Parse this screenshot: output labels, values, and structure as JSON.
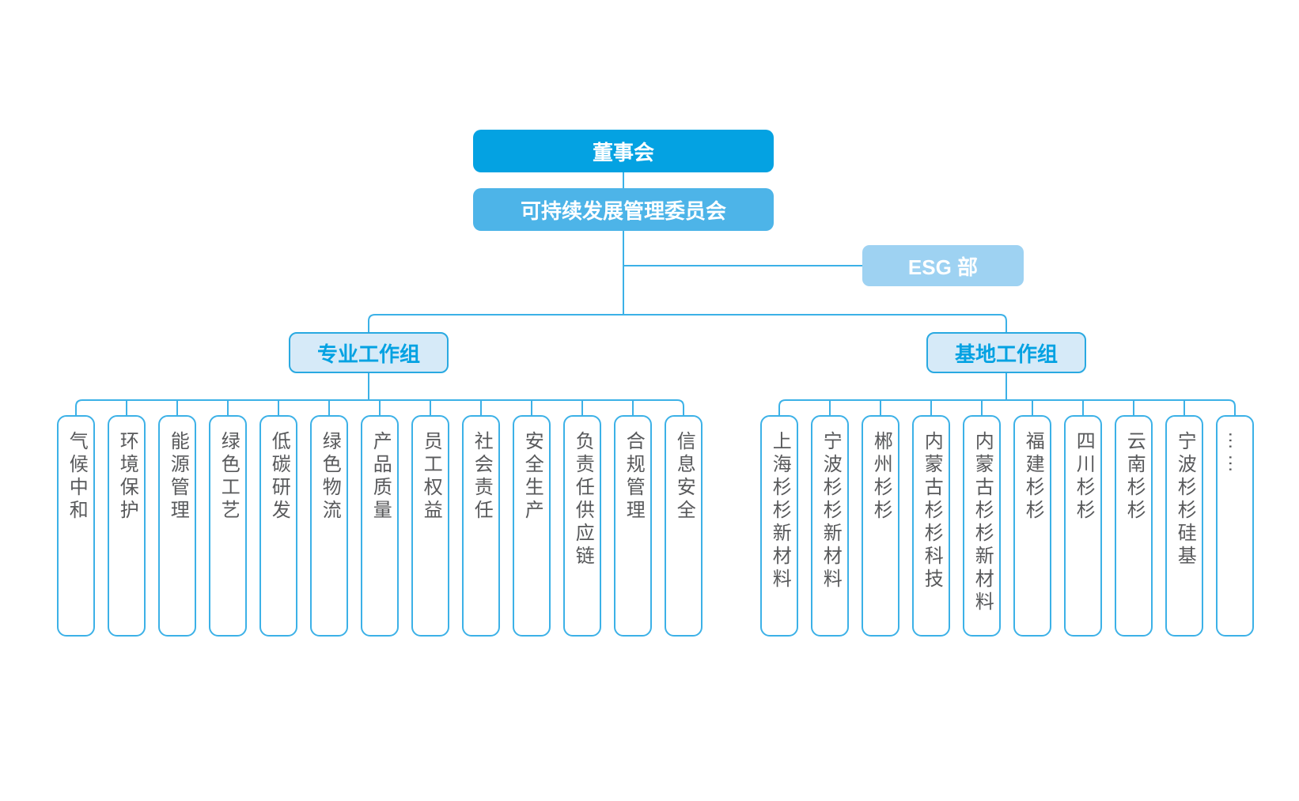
{
  "palette": {
    "primary": "#04A2E2",
    "committee_fill": "#4DB4E8",
    "esg_fill": "#9ED2F2",
    "group_fill": "#D6EAF8",
    "group_border": "#29A9E1",
    "leaf_border": "#3CB1E7",
    "line": "#3CB1E7",
    "leaf_text": "#58595B"
  },
  "board": {
    "label": "董事会"
  },
  "committee": {
    "label": "可持续发展管理委员会"
  },
  "esg": {
    "label": "ESG 部"
  },
  "professional_group": {
    "label": "专业工作组",
    "children": [
      "气候中和",
      "环境保护",
      "能源管理",
      "绿色工艺",
      "低碳研发",
      "绿色物流",
      "产品质量",
      "员工权益",
      "社会责任",
      "安全生产",
      "负责任供应链",
      "合规管理",
      "信息安全"
    ]
  },
  "base_group": {
    "label": "基地工作组",
    "children": [
      "上海杉杉新材料",
      "宁波杉杉新材料",
      "郴州杉杉",
      "内蒙古杉杉科技",
      "内蒙古杉杉新材料",
      "福建杉杉",
      "四川杉杉",
      "云南杉杉",
      "宁波杉杉硅基",
      "……"
    ]
  }
}
